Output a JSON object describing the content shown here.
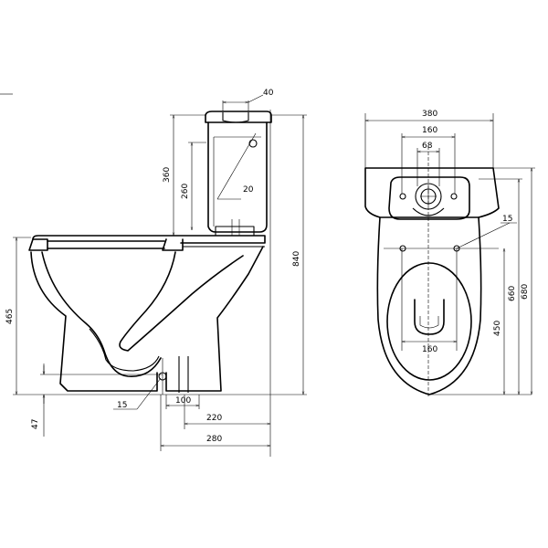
{
  "side_view": {
    "dim_tank_button_width": "40",
    "dim_tank_height": "360",
    "dim_tank_inner_height": "260",
    "dim_hole_dia": "20",
    "dim_overall_height": "840",
    "dim_seat_height": "465",
    "dim_floor_offset": "47",
    "dim_outlet_dia": "15",
    "dim_outlet_width": "100",
    "dim_outlet_to_wall": "220",
    "dim_base_to_wall": "280"
  },
  "top_view": {
    "dim_tank_width": "380",
    "dim_flush_width": "160",
    "dim_flush_hole": "68",
    "dim_fix_hole_dia": "15",
    "dim_bowl_to_fix": "450",
    "dim_inner_length": "660",
    "dim_overall_length": "680",
    "dim_inner_width": "160"
  }
}
